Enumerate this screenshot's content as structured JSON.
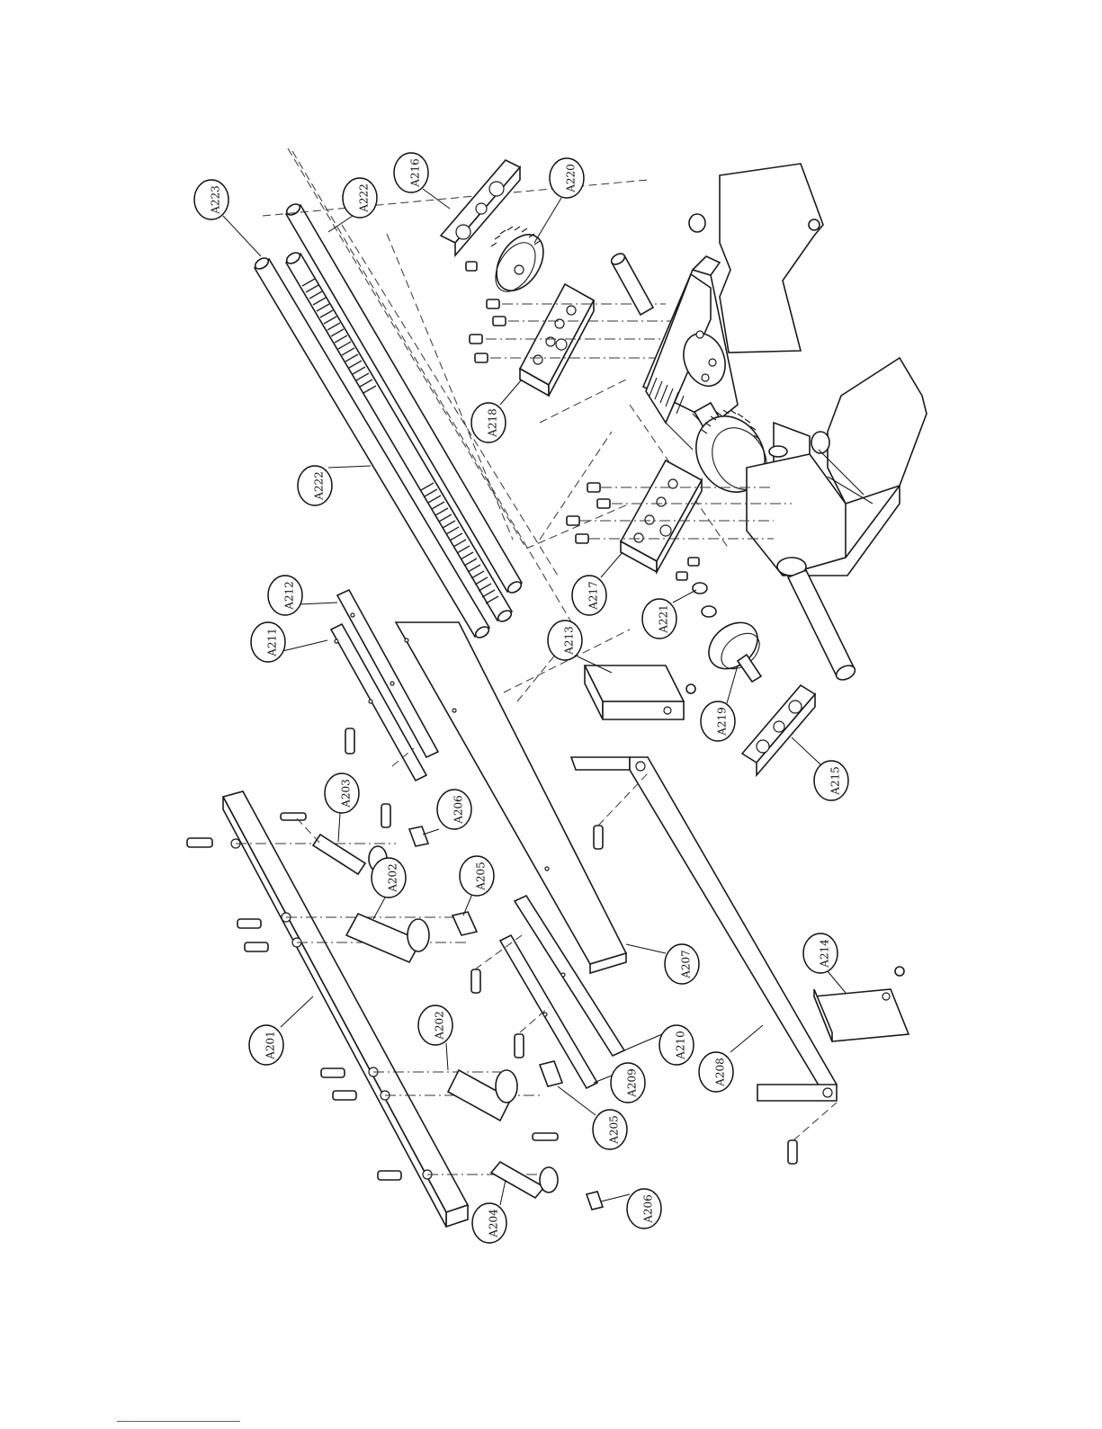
{
  "diagram": {
    "callouts": [
      {
        "id": "A201",
        "label": "A201"
      },
      {
        "id": "A202a",
        "label": "A202"
      },
      {
        "id": "A202b",
        "label": "A202"
      },
      {
        "id": "A203",
        "label": "A203"
      },
      {
        "id": "A204",
        "label": "A204"
      },
      {
        "id": "A205a",
        "label": "A205"
      },
      {
        "id": "A205b",
        "label": "A205"
      },
      {
        "id": "A206a",
        "label": "A206"
      },
      {
        "id": "A206b",
        "label": "A206"
      },
      {
        "id": "A207",
        "label": "A207"
      },
      {
        "id": "A208",
        "label": "A208"
      },
      {
        "id": "A209",
        "label": "A209"
      },
      {
        "id": "A210",
        "label": "A210"
      },
      {
        "id": "A211",
        "label": "A211"
      },
      {
        "id": "A212",
        "label": "A212"
      },
      {
        "id": "A213",
        "label": "A213"
      },
      {
        "id": "A214",
        "label": "A214"
      },
      {
        "id": "A215",
        "label": "A215"
      },
      {
        "id": "A216",
        "label": "A216"
      },
      {
        "id": "A217",
        "label": "A217"
      },
      {
        "id": "A218",
        "label": "A218"
      },
      {
        "id": "A219",
        "label": "A219"
      },
      {
        "id": "A220",
        "label": "A220"
      },
      {
        "id": "A221",
        "label": "A221"
      },
      {
        "id": "A222a",
        "label": "A222"
      },
      {
        "id": "A222b",
        "label": "A222"
      },
      {
        "id": "A223",
        "label": "A223"
      }
    ]
  }
}
